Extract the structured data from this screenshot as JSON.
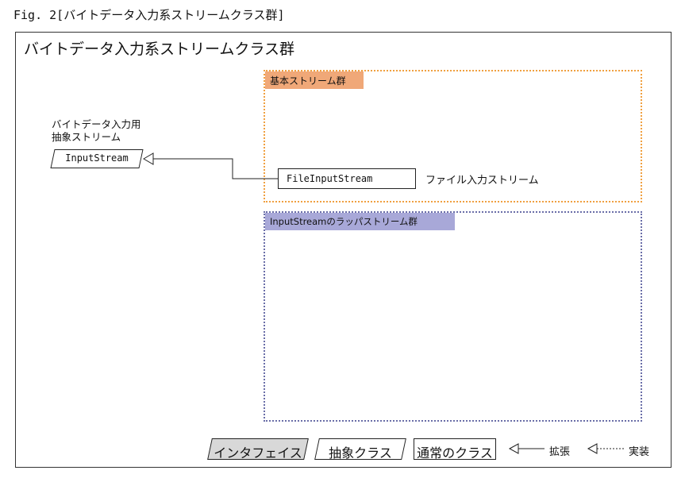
{
  "figure": {
    "caption": "Fig. 2[バイトデータ入力系ストリームクラス群]",
    "title": "バイトデータ入力系ストリームクラス群"
  },
  "groups": {
    "basic": {
      "label": "基本ストリーム群",
      "color": "#f0a040"
    },
    "wrapper": {
      "label": "InputStreamのラッパストリーム群",
      "color": "#6a6ea8"
    }
  },
  "abstract_class": {
    "note_line1": "バイトデータ入力用",
    "note_line2": "抽象ストリーム",
    "name": "InputStream"
  },
  "concrete_class": {
    "name": "FileInputStream",
    "note": "ファイル入力ストリーム"
  },
  "relation": {
    "type": "extends",
    "from": "FileInputStream",
    "to": "InputStream"
  },
  "legend": {
    "interface": "インタフェイス",
    "abstract": "抽象クラス",
    "concrete": "通常のクラス",
    "extends": "拡張",
    "implements": "実装"
  }
}
